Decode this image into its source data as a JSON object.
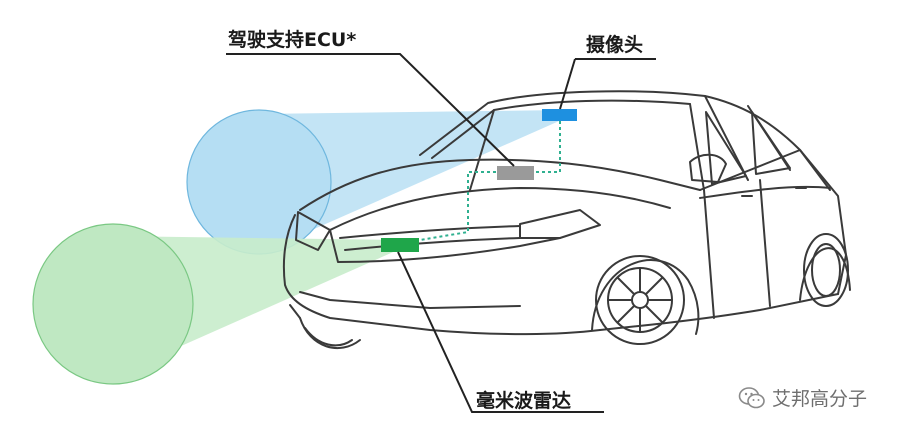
{
  "labels": {
    "ecu": "驾驶支持ECU*",
    "camera": "摄像头",
    "radar": "毫米波雷达"
  },
  "watermark": {
    "text": "艾邦高分子",
    "icon": "wechat-icon"
  },
  "colors": {
    "camera_module": "#1e90e0",
    "ecu_module": "#9a9a9a",
    "radar_module": "#1fa64a",
    "camera_beam": "#b5def3",
    "radar_beam": "#bfe8c2",
    "leader_line": "#222222",
    "wiring_dotted": "#2fb090",
    "car_outline": "#3a3a3a"
  }
}
